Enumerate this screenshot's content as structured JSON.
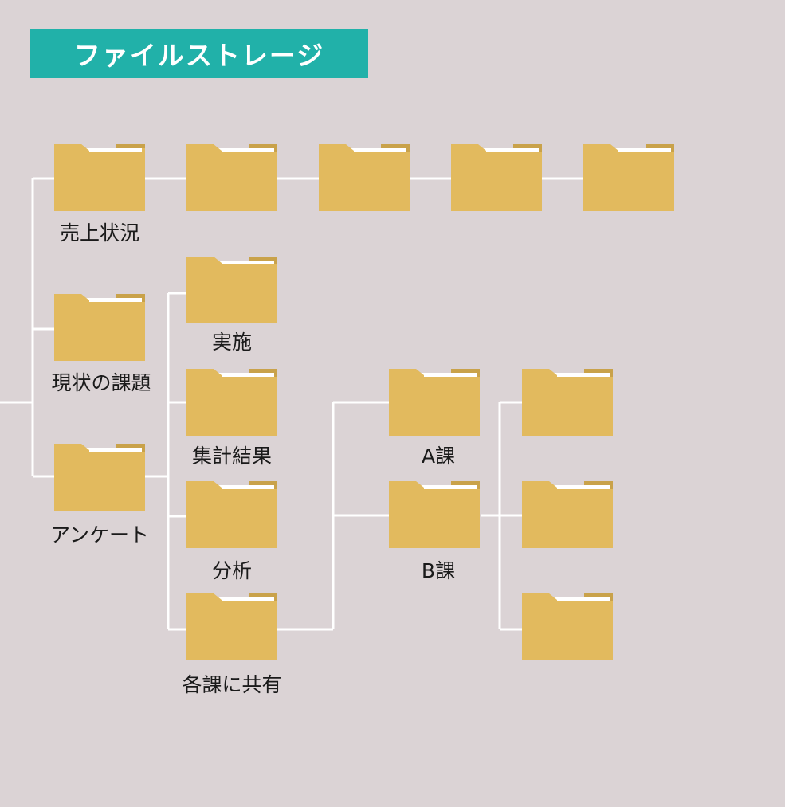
{
  "title": "ファイルストレージ",
  "colors": {
    "background": "#dbd3d5",
    "banner": "#21b1a9",
    "folder": "#e2ba5e",
    "folder_tab": "#c9a24a",
    "paper": "#ffffff",
    "connector": "#ffffff"
  },
  "folders": {
    "sales": {
      "label": "売上状況"
    },
    "sales_child_1": {
      "label": ""
    },
    "sales_child_2": {
      "label": ""
    },
    "sales_child_3": {
      "label": ""
    },
    "sales_child_4": {
      "label": ""
    },
    "issues": {
      "label": "現状の課題"
    },
    "survey": {
      "label": "アンケート"
    },
    "implementation": {
      "label": "実施"
    },
    "tally_results": {
      "label": "集計結果"
    },
    "analysis": {
      "label": "分析"
    },
    "shared_with_sections": {
      "label": "各課に共有"
    },
    "section_a": {
      "label": "A課"
    },
    "section_b": {
      "label": "B課"
    },
    "section_b_child_1": {
      "label": ""
    },
    "section_b_child_2": {
      "label": ""
    },
    "section_b_child_3": {
      "label": ""
    }
  }
}
